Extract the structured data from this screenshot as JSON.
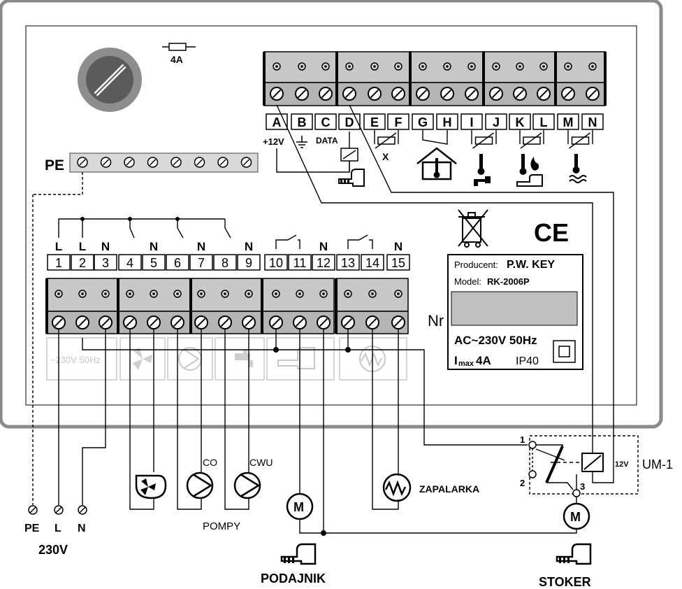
{
  "fuse": {
    "rating": "4A"
  },
  "pe_bar": {
    "label": "PE"
  },
  "top_terminals": {
    "letters": [
      "A",
      "B",
      "C",
      "D",
      "E",
      "F",
      "G",
      "H",
      "I",
      "J",
      "K",
      "L",
      "M",
      "N"
    ],
    "under_labels": {
      "plus12v": "+12V",
      "data": "DATA",
      "x": "X"
    }
  },
  "bottom_terminals": {
    "numbers": [
      "1",
      "2",
      "3",
      "4",
      "5",
      "6",
      "7",
      "8",
      "9",
      "10",
      "11",
      "12",
      "13",
      "14",
      "15"
    ],
    "top_letters": [
      "L",
      "L",
      "N",
      "",
      "N",
      "",
      "N",
      "",
      "N",
      "",
      "",
      "N",
      "",
      "",
      "N"
    ]
  },
  "device_icons": {
    "mains": "~230V 50Hz"
  },
  "nameplate": {
    "producent_label": "Producent:",
    "producent_value": "P.W. KEY",
    "model_label": "Model:",
    "model_value": "RK-2006P",
    "nr_label": "Nr",
    "supply": "AC~230V 50Hz",
    "imax_prefix": "I",
    "imax_sub": "max",
    "imax_value": "4A",
    "ip": "IP40"
  },
  "marks": {
    "ce": "CE"
  },
  "labels": {
    "co": "CO",
    "cwu": "CWU",
    "pompy": "POMPY",
    "zapalarka": "ZAPALARKA",
    "podajnik": "PODAJNIK",
    "stoker": "STOKER",
    "supply_voltage": "230V",
    "pe": "PE",
    "l": "L",
    "n": "N",
    "motor": "M"
  },
  "um1": {
    "title": "UM-1",
    "voltage": "12V",
    "pin1": "1",
    "pin2": "2",
    "pin3": "3"
  }
}
